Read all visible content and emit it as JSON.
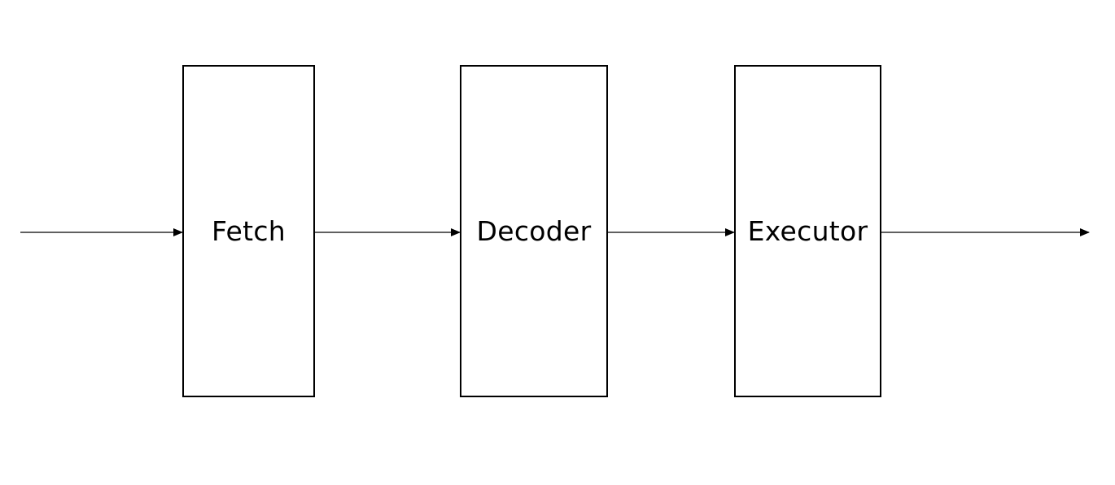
{
  "diagram": {
    "stages": [
      {
        "id": "fetch",
        "label": "Fetch"
      },
      {
        "id": "decoder",
        "label": "Decoder"
      },
      {
        "id": "executor",
        "label": "Executor"
      }
    ],
    "connections": [
      {
        "from": "input",
        "to": "fetch"
      },
      {
        "from": "fetch",
        "to": "decoder"
      },
      {
        "from": "decoder",
        "to": "executor"
      },
      {
        "from": "executor",
        "to": "output"
      }
    ],
    "colors": {
      "line": "#000000",
      "background": "#ffffff"
    }
  }
}
